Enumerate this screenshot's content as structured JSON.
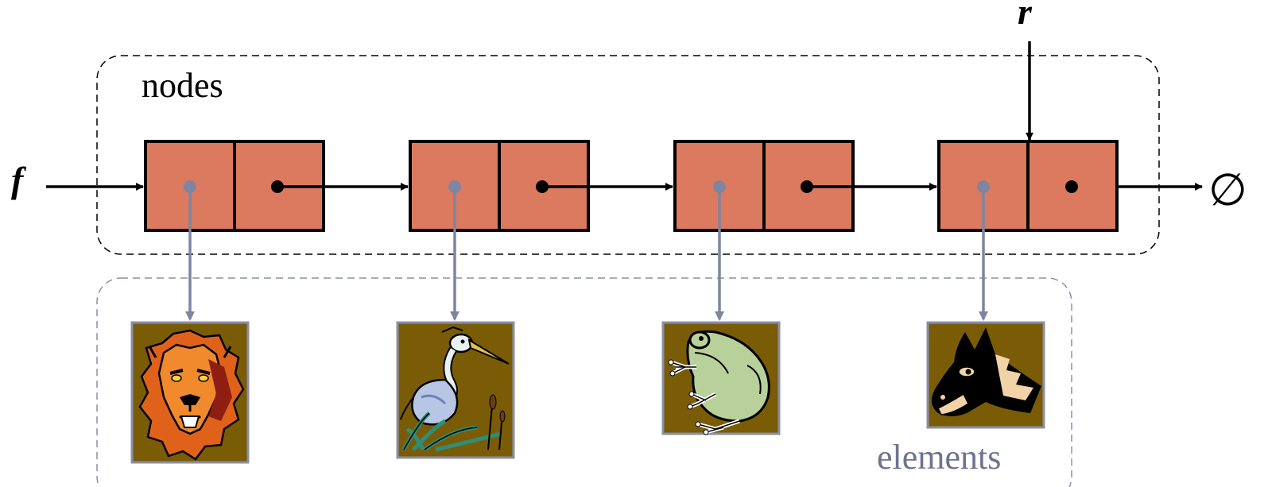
{
  "labels": {
    "front_pointer": "f",
    "rear_pointer": "r",
    "null_symbol": "∅",
    "nodes_group": "nodes",
    "elements_group": "elements"
  },
  "nodes": [
    {
      "element": "lion",
      "element_icon": "lion-icon"
    },
    {
      "element": "heron",
      "element_icon": "heron-icon"
    },
    {
      "element": "frog",
      "element_icon": "frog-icon"
    },
    {
      "element": "horse",
      "element_icon": "horse-icon"
    }
  ],
  "colors": {
    "node_fill": "#DB7A5F",
    "node_stroke": "#000000",
    "element_pointer": "#7F85A0",
    "image_bg": "#7A5C06",
    "elements_box": "#8A8FA8",
    "elements_label": "#6E7391"
  }
}
